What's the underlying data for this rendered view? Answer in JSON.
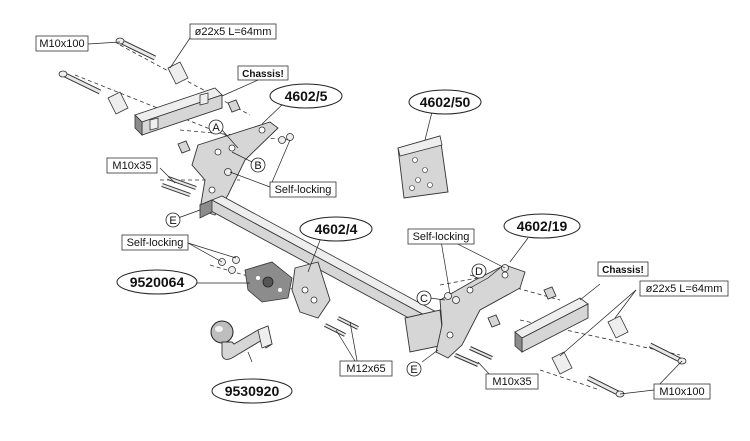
{
  "labels": {
    "m10x100_top": "M10x100",
    "spacer_top": "ø22x5 L=64mm",
    "chassis_top": "Chassis!",
    "part_4602_5": "4602/5",
    "part_4602_50": "4602/50",
    "m10x35_left": "M10x35",
    "self_locking_top": "Self-locking",
    "part_4602_4": "4602/4",
    "self_locking_mid": "Self-locking",
    "part_9520064": "9520064",
    "self_locking_right": "Self-locking",
    "part_4602_19": "4602/19",
    "chassis_right": "Chassis!",
    "spacer_right": "ø22x5 L=64mm",
    "m12x65": "M12x65",
    "m10x35_right": "M10x35",
    "m10x100_right": "M10x100",
    "part_9530920": "9530920"
  },
  "points": {
    "A": "A",
    "B": "B",
    "C": "C",
    "D": "D",
    "E_left": "E",
    "E_right": "E"
  }
}
